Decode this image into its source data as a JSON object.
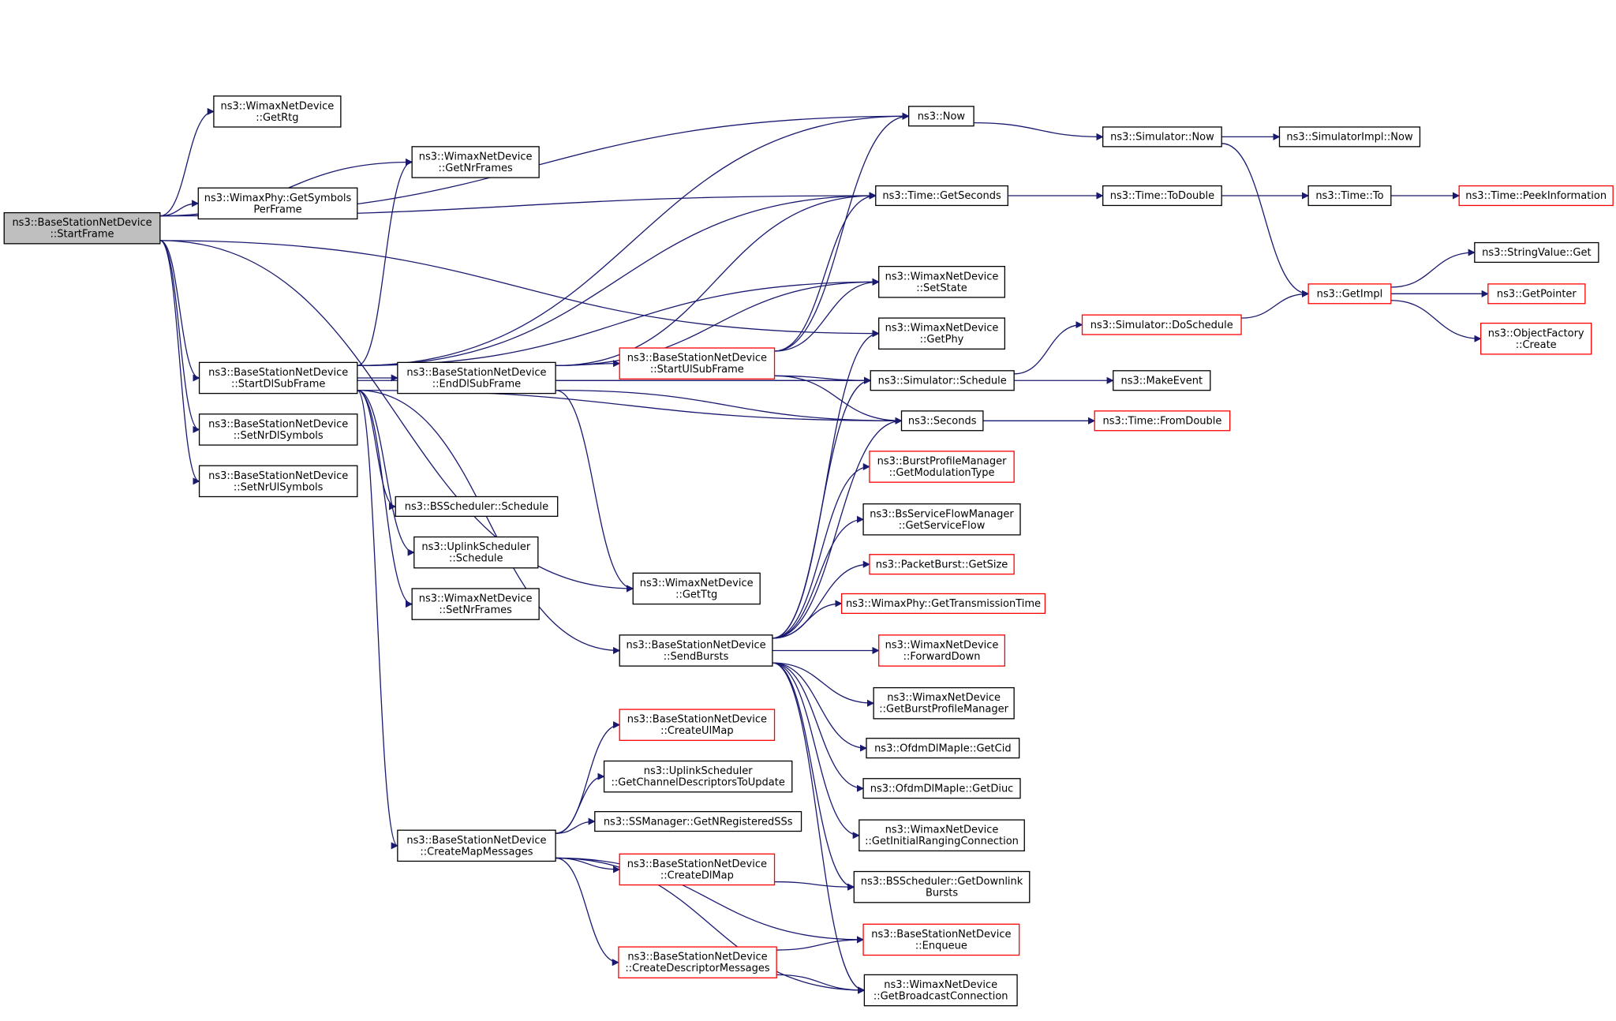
{
  "colors": {
    "edge": "#191970",
    "normal_border": "#000000",
    "truncated_border": "#ff0000",
    "root_fill": "#bfbfbf",
    "background": "#ffffff"
  },
  "nodes": [
    {
      "id": "n_startframe",
      "lines": [
        "ns3::BaseStationNetDevice",
        "::StartFrame"
      ],
      "style": "root"
    },
    {
      "id": "n_getrtg",
      "lines": [
        "ns3::WimaxNetDevice",
        "::GetRtg"
      ],
      "style": "normal"
    },
    {
      "id": "n_getnrframes",
      "lines": [
        "ns3::WimaxNetDevice",
        "::GetNrFrames"
      ],
      "style": "normal"
    },
    {
      "id": "n_getsymbolsperframe",
      "lines": [
        "ns3::WimaxPhy::GetSymbols",
        "PerFrame"
      ],
      "style": "normal"
    },
    {
      "id": "n_startdlsubframe",
      "lines": [
        "ns3::BaseStationNetDevice",
        "::StartDlSubFrame"
      ],
      "style": "normal"
    },
    {
      "id": "n_setnrdlsymbols",
      "lines": [
        "ns3::BaseStationNetDevice",
        "::SetNrDlSymbols"
      ],
      "style": "normal"
    },
    {
      "id": "n_setnrulsymbols",
      "lines": [
        "ns3::BaseStationNetDevice",
        "::SetNrUlSymbols"
      ],
      "style": "normal"
    },
    {
      "id": "n_enddlsubframe",
      "lines": [
        "ns3::BaseStationNetDevice",
        "::EndDlSubFrame"
      ],
      "style": "normal"
    },
    {
      "id": "n_bsschedule",
      "lines": [
        "ns3::BSScheduler::Schedule"
      ],
      "style": "normal"
    },
    {
      "id": "n_ulschedule",
      "lines": [
        "ns3::UplinkScheduler",
        "::Schedule"
      ],
      "style": "normal"
    },
    {
      "id": "n_setnrframes",
      "lines": [
        "ns3::WimaxNetDevice",
        "::SetNrFrames"
      ],
      "style": "normal"
    },
    {
      "id": "n_getttg",
      "lines": [
        "ns3::WimaxNetDevice",
        "::GetTtg"
      ],
      "style": "normal"
    },
    {
      "id": "n_sendbursts",
      "lines": [
        "ns3::BaseStationNetDevice",
        "::SendBursts"
      ],
      "style": "normal"
    },
    {
      "id": "n_createmapmessages",
      "lines": [
        "ns3::BaseStationNetDevice",
        "::CreateMapMessages"
      ],
      "style": "normal"
    },
    {
      "id": "n_createulmap",
      "lines": [
        "ns3::BaseStationNetDevice",
        "::CreateUlMap"
      ],
      "style": "truncated"
    },
    {
      "id": "n_getchanneldesc",
      "lines": [
        "ns3::UplinkScheduler",
        "::GetChannelDescriptorsToUpdate"
      ],
      "style": "normal"
    },
    {
      "id": "n_getnregistered",
      "lines": [
        "ns3::SSManager::GetNRegisteredSSs"
      ],
      "style": "normal"
    },
    {
      "id": "n_createdlmap",
      "lines": [
        "ns3::BaseStationNetDevice",
        "::CreateDlMap"
      ],
      "style": "truncated"
    },
    {
      "id": "n_createdescmsgs",
      "lines": [
        "ns3::BaseStationNetDevice",
        "::CreateDescriptorMessages"
      ],
      "style": "truncated"
    },
    {
      "id": "n_startulsubframe",
      "lines": [
        "ns3::BaseStationNetDevice",
        "::StartUlSubFrame"
      ],
      "style": "truncated"
    },
    {
      "id": "n_now",
      "lines": [
        "ns3::Now"
      ],
      "style": "normal"
    },
    {
      "id": "n_getseconds",
      "lines": [
        "ns3::Time::GetSeconds"
      ],
      "style": "normal"
    },
    {
      "id": "n_setstate",
      "lines": [
        "ns3::WimaxNetDevice",
        "::SetState"
      ],
      "style": "normal"
    },
    {
      "id": "n_getphy",
      "lines": [
        "ns3::WimaxNetDevice",
        "::GetPhy"
      ],
      "style": "normal"
    },
    {
      "id": "n_simschedule",
      "lines": [
        "ns3::Simulator::Schedule"
      ],
      "style": "normal"
    },
    {
      "id": "n_seconds",
      "lines": [
        "ns3::Seconds"
      ],
      "style": "normal"
    },
    {
      "id": "n_getmodtype",
      "lines": [
        "ns3::BurstProfileManager",
        "::GetModulationType"
      ],
      "style": "truncated"
    },
    {
      "id": "n_getserviceflow",
      "lines": [
        "ns3::BsServiceFlowManager",
        "::GetServiceFlow"
      ],
      "style": "normal"
    },
    {
      "id": "n_pbgetsize",
      "lines": [
        "ns3::PacketBurst::GetSize"
      ],
      "style": "truncated"
    },
    {
      "id": "n_gettxtime",
      "lines": [
        "ns3::WimaxPhy::GetTransmissionTime"
      ],
      "style": "truncated"
    },
    {
      "id": "n_forwarddown",
      "lines": [
        "ns3::WimaxNetDevice",
        "::ForwardDown"
      ],
      "style": "truncated"
    },
    {
      "id": "n_getbpm",
      "lines": [
        "ns3::WimaxNetDevice",
        "::GetBurstProfileManager"
      ],
      "style": "normal"
    },
    {
      "id": "n_getcid",
      "lines": [
        "ns3::OfdmDlMapIe::GetCid"
      ],
      "style": "normal"
    },
    {
      "id": "n_getdiuc",
      "lines": [
        "ns3::OfdmDlMapIe::GetDiuc"
      ],
      "style": "normal"
    },
    {
      "id": "n_getinitranging",
      "lines": [
        "ns3::WimaxNetDevice",
        "::GetInitialRangingConnection"
      ],
      "style": "normal"
    },
    {
      "id": "n_getdownlinkbursts",
      "lines": [
        "ns3::BSScheduler::GetDownlink",
        "Bursts"
      ],
      "style": "normal"
    },
    {
      "id": "n_enqueue",
      "lines": [
        "ns3::BaseStationNetDevice",
        "::Enqueue"
      ],
      "style": "truncated"
    },
    {
      "id": "n_getbroadcast",
      "lines": [
        "ns3::WimaxNetDevice",
        "::GetBroadcastConnection"
      ],
      "style": "normal"
    },
    {
      "id": "n_simnow",
      "lines": [
        "ns3::Simulator::Now"
      ],
      "style": "normal"
    },
    {
      "id": "n_simimplnow",
      "lines": [
        "ns3::SimulatorImpl::Now"
      ],
      "style": "normal"
    },
    {
      "id": "n_todouble",
      "lines": [
        "ns3::Time::ToDouble"
      ],
      "style": "normal"
    },
    {
      "id": "n_timeto",
      "lines": [
        "ns3::Time::To"
      ],
      "style": "normal"
    },
    {
      "id": "n_peekinfo",
      "lines": [
        "ns3::Time::PeekInformation"
      ],
      "style": "truncated"
    },
    {
      "id": "n_doschedule",
      "lines": [
        "ns3::Simulator::DoSchedule"
      ],
      "style": "truncated"
    },
    {
      "id": "n_getimpl",
      "lines": [
        "ns3::GetImpl"
      ],
      "style": "truncated"
    },
    {
      "id": "n_makeevent",
      "lines": [
        "ns3::MakeEvent"
      ],
      "style": "normal"
    },
    {
      "id": "n_fromdouble",
      "lines": [
        "ns3::Time::FromDouble"
      ],
      "style": "truncated"
    },
    {
      "id": "n_stringvalueget",
      "lines": [
        "ns3::StringValue::Get"
      ],
      "style": "normal"
    },
    {
      "id": "n_getpointer",
      "lines": [
        "ns3::GetPointer"
      ],
      "style": "truncated"
    },
    {
      "id": "n_objfactorycreate",
      "lines": [
        "ns3::ObjectFactory",
        "::Create"
      ],
      "style": "truncated"
    }
  ],
  "edges": [
    [
      "n_startframe",
      "n_now"
    ],
    [
      "n_startframe",
      "n_getrtg"
    ],
    [
      "n_startframe",
      "n_getnrframes"
    ],
    [
      "n_startframe",
      "n_getseconds"
    ],
    [
      "n_startframe",
      "n_getsymbolsperframe"
    ],
    [
      "n_startframe",
      "n_getphy"
    ],
    [
      "n_startframe",
      "n_startdlsubframe"
    ],
    [
      "n_startframe",
      "n_setnrdlsymbols"
    ],
    [
      "n_startframe",
      "n_setnrulsymbols"
    ],
    [
      "n_startframe",
      "n_getttg"
    ],
    [
      "n_startdlsubframe",
      "n_getnrframes"
    ],
    [
      "n_startdlsubframe",
      "n_now"
    ],
    [
      "n_startdlsubframe",
      "n_getseconds"
    ],
    [
      "n_startdlsubframe",
      "n_setstate"
    ],
    [
      "n_startdlsubframe",
      "n_enddlsubframe"
    ],
    [
      "n_startdlsubframe",
      "n_simschedule"
    ],
    [
      "n_startdlsubframe",
      "n_seconds"
    ],
    [
      "n_startdlsubframe",
      "n_bsschedule"
    ],
    [
      "n_startdlsubframe",
      "n_ulschedule"
    ],
    [
      "n_startdlsubframe",
      "n_setnrframes"
    ],
    [
      "n_startdlsubframe",
      "n_sendbursts"
    ],
    [
      "n_startdlsubframe",
      "n_createmapmessages"
    ],
    [
      "n_enddlsubframe",
      "n_getseconds"
    ],
    [
      "n_enddlsubframe",
      "n_setstate"
    ],
    [
      "n_enddlsubframe",
      "n_startulsubframe"
    ],
    [
      "n_enddlsubframe",
      "n_simschedule"
    ],
    [
      "n_enddlsubframe",
      "n_seconds"
    ],
    [
      "n_enddlsubframe",
      "n_getttg"
    ],
    [
      "n_startulsubframe",
      "n_now"
    ],
    [
      "n_startulsubframe",
      "n_getseconds"
    ],
    [
      "n_startulsubframe",
      "n_setstate"
    ],
    [
      "n_startulsubframe",
      "n_simschedule"
    ],
    [
      "n_startulsubframe",
      "n_seconds"
    ],
    [
      "n_sendbursts",
      "n_getphy"
    ],
    [
      "n_sendbursts",
      "n_simschedule"
    ],
    [
      "n_sendbursts",
      "n_seconds"
    ],
    [
      "n_sendbursts",
      "n_getmodtype"
    ],
    [
      "n_sendbursts",
      "n_getserviceflow"
    ],
    [
      "n_sendbursts",
      "n_pbgetsize"
    ],
    [
      "n_sendbursts",
      "n_gettxtime"
    ],
    [
      "n_sendbursts",
      "n_forwarddown"
    ],
    [
      "n_sendbursts",
      "n_getbpm"
    ],
    [
      "n_sendbursts",
      "n_getcid"
    ],
    [
      "n_sendbursts",
      "n_getdiuc"
    ],
    [
      "n_sendbursts",
      "n_getinitranging"
    ],
    [
      "n_sendbursts",
      "n_getdownlinkbursts"
    ],
    [
      "n_sendbursts",
      "n_getbroadcast"
    ],
    [
      "n_createmapmessages",
      "n_createulmap"
    ],
    [
      "n_createmapmessages",
      "n_getchanneldesc"
    ],
    [
      "n_createmapmessages",
      "n_getnregistered"
    ],
    [
      "n_createmapmessages",
      "n_createdlmap"
    ],
    [
      "n_createmapmessages",
      "n_createdescmsgs"
    ],
    [
      "n_createmapmessages",
      "n_enqueue"
    ],
    [
      "n_createmapmessages",
      "n_getbroadcast"
    ],
    [
      "n_createdlmap",
      "n_getdownlinkbursts"
    ],
    [
      "n_createdescmsgs",
      "n_enqueue"
    ],
    [
      "n_createdescmsgs",
      "n_getbroadcast"
    ],
    [
      "n_now",
      "n_simnow"
    ],
    [
      "n_simnow",
      "n_simimplnow"
    ],
    [
      "n_simnow",
      "n_getimpl"
    ],
    [
      "n_getseconds",
      "n_todouble"
    ],
    [
      "n_todouble",
      "n_timeto"
    ],
    [
      "n_timeto",
      "n_peekinfo"
    ],
    [
      "n_simschedule",
      "n_doschedule"
    ],
    [
      "n_simschedule",
      "n_makeevent"
    ],
    [
      "n_doschedule",
      "n_getimpl"
    ],
    [
      "n_seconds",
      "n_fromdouble"
    ],
    [
      "n_getimpl",
      "n_stringvalueget"
    ],
    [
      "n_getimpl",
      "n_getpointer"
    ],
    [
      "n_getimpl",
      "n_objfactorycreate"
    ]
  ]
}
